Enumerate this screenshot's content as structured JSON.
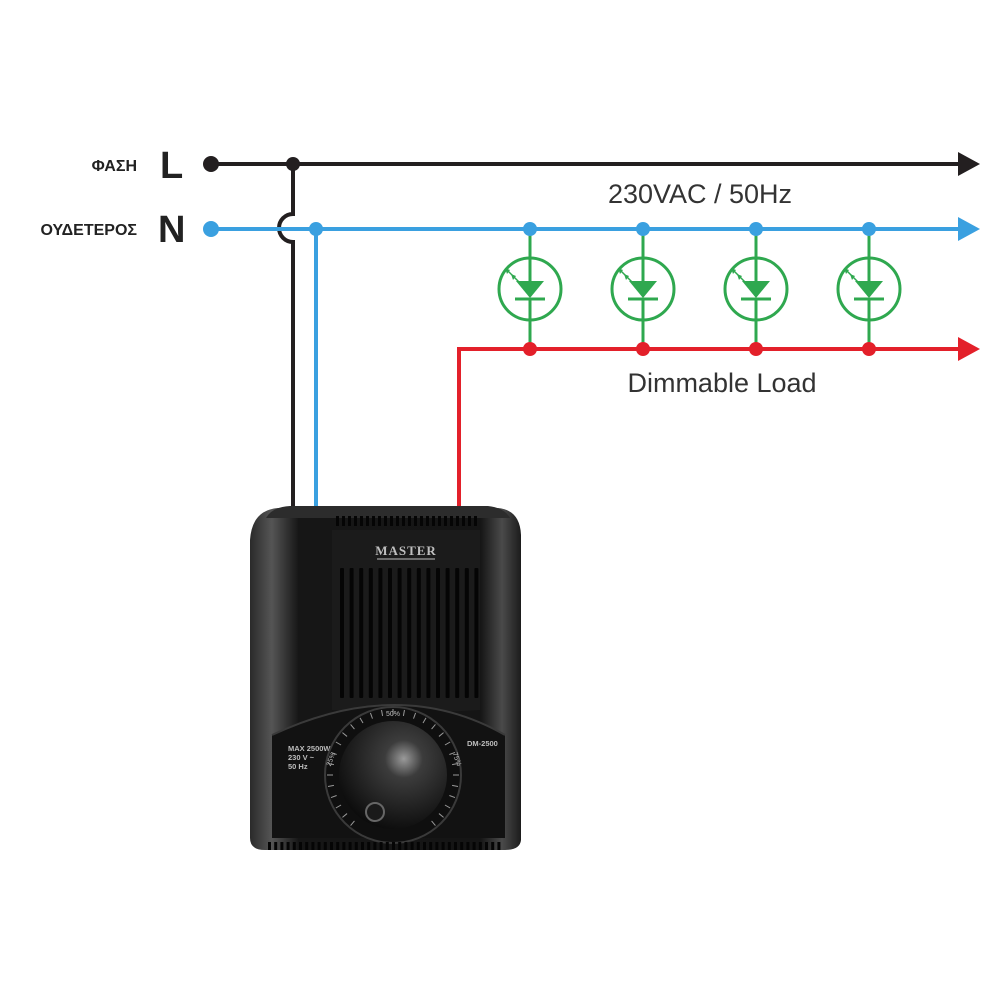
{
  "lines": {
    "phase": {
      "name": "ΦΑΣΗ",
      "letter": "L",
      "color": "#231f20"
    },
    "neutral": {
      "name": "ΟΥΔΕΤΕΡΟΣ",
      "letter": "N",
      "color": "#3aa0e0"
    },
    "load": {
      "color": "#e3202a"
    }
  },
  "supply_label": "230VAC / 50Hz",
  "load_label": "Dimmable Load",
  "led_color": "#2fa84f",
  "led_count": 4,
  "device": {
    "brand": "MASTER",
    "model": "DM-2500",
    "spec_line1": "MAX 2500W",
    "spec_line2": "230 V ~",
    "spec_line3": "50 Hz",
    "scale_50": "50%",
    "scale_25": "25%",
    "scale_75": "75%"
  }
}
